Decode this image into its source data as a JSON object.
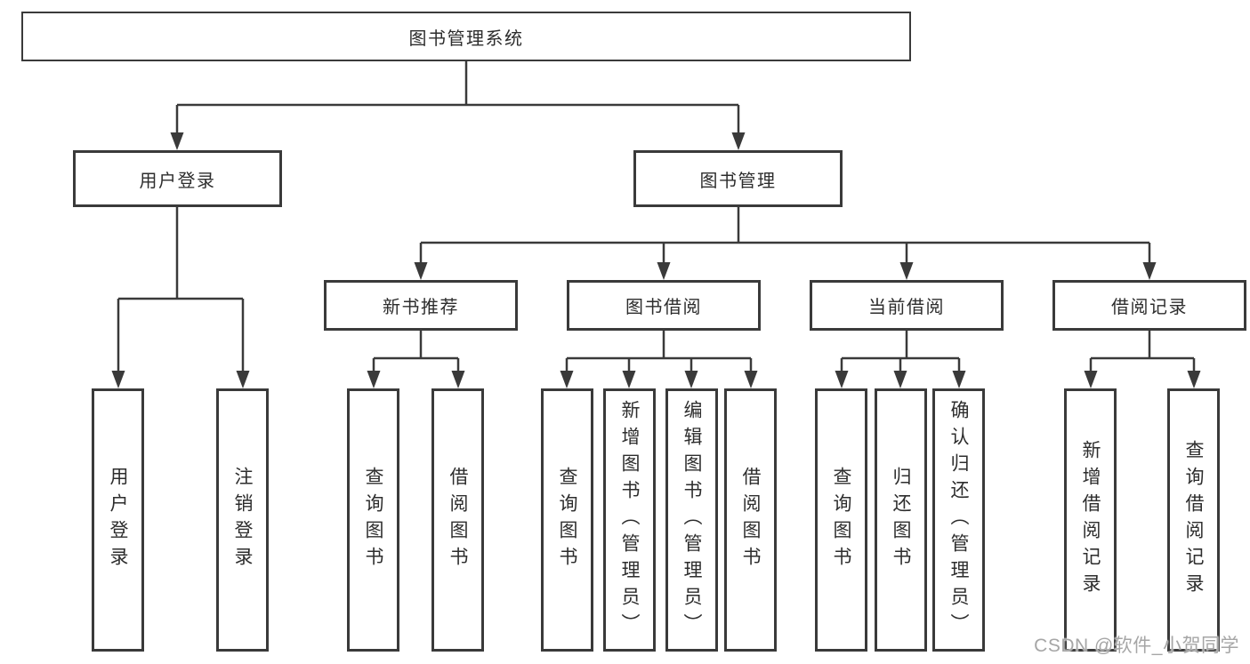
{
  "diagram": {
    "root": {
      "label": "图书管理系统"
    },
    "level1": {
      "user_login": {
        "label": "用户登录"
      },
      "book_mgmt": {
        "label": "图书管理"
      }
    },
    "level2": {
      "new_books": {
        "label": "新书推荐"
      },
      "book_borrow": {
        "label": "图书借阅"
      },
      "current_borrow": {
        "label": "当前借阅"
      },
      "borrow_records": {
        "label": "借阅记录"
      }
    },
    "leaves": {
      "user_login": [
        {
          "label": "用户登录"
        },
        {
          "label": "注销登录"
        }
      ],
      "new_books": [
        {
          "label": "查询图书"
        },
        {
          "label": "借阅图书"
        }
      ],
      "book_borrow": [
        {
          "label": "查询图书"
        },
        {
          "label": "新增图书（管理员）"
        },
        {
          "label": "编辑图书（管理员）"
        },
        {
          "label": "借阅图书"
        }
      ],
      "current_borrow": [
        {
          "label": "查询图书"
        },
        {
          "label": "归还图书"
        },
        {
          "label": "确认归还（管理员）"
        }
      ],
      "borrow_records": [
        {
          "label": "新增借阅记录"
        },
        {
          "label": "查询借阅记录"
        }
      ]
    }
  },
  "watermark": {
    "text": "CSDN @软件_小贺同学"
  },
  "colors": {
    "line": "#3a3a3a",
    "text": "#2d2d2d",
    "node_background": "#ffffff",
    "background": "#ffffff",
    "watermark": "#a6a6a6"
  }
}
